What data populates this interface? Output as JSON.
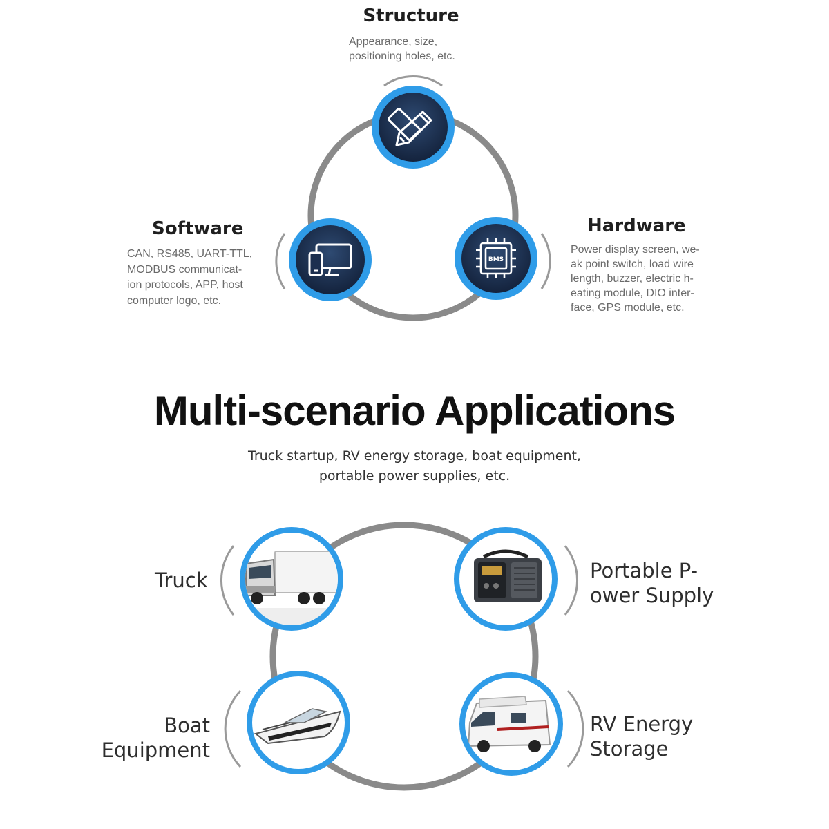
{
  "features": {
    "structure": {
      "title": "Structure",
      "desc": [
        "Appearance, size,",
        "positioning holes, etc."
      ],
      "icon": "pencil-ruler-icon"
    },
    "software": {
      "title": "Software",
      "desc": [
        "CAN, RS485, UART-TTL,",
        "MODBUS communicat-",
        "ion protocols, APP, host",
        "computer logo, etc."
      ],
      "icon": "devices-icon"
    },
    "hardware": {
      "title": "Hardware",
      "desc": [
        "Power display screen, we-",
        "ak point switch, load wire",
        "length, buzzer, electric h-",
        "eating module, DIO inter-",
        "face, GPS module, etc."
      ],
      "icon": "chip-icon",
      "chip_label": "BMS"
    }
  },
  "applications": {
    "title": "Multi-scenario Applications",
    "subtitle": [
      "Truck startup, RV energy storage, boat equipment,",
      "portable power supplies, etc."
    ],
    "items": {
      "truck": {
        "label": [
          "Truck"
        ],
        "image": "truck-image"
      },
      "portable": {
        "label": [
          "Portable P-",
          "ower Supply"
        ],
        "image": "power-station-image"
      },
      "boat": {
        "label": [
          "Boat",
          "Equipment"
        ],
        "image": "boat-image"
      },
      "rv": {
        "label": [
          "RV Energy",
          "Storage"
        ],
        "image": "rv-image"
      }
    }
  },
  "colors": {
    "accent_blue": "#2f9ce8",
    "icon_navy": "#1c2f4f",
    "ring_gray": "#8a8a8a"
  }
}
